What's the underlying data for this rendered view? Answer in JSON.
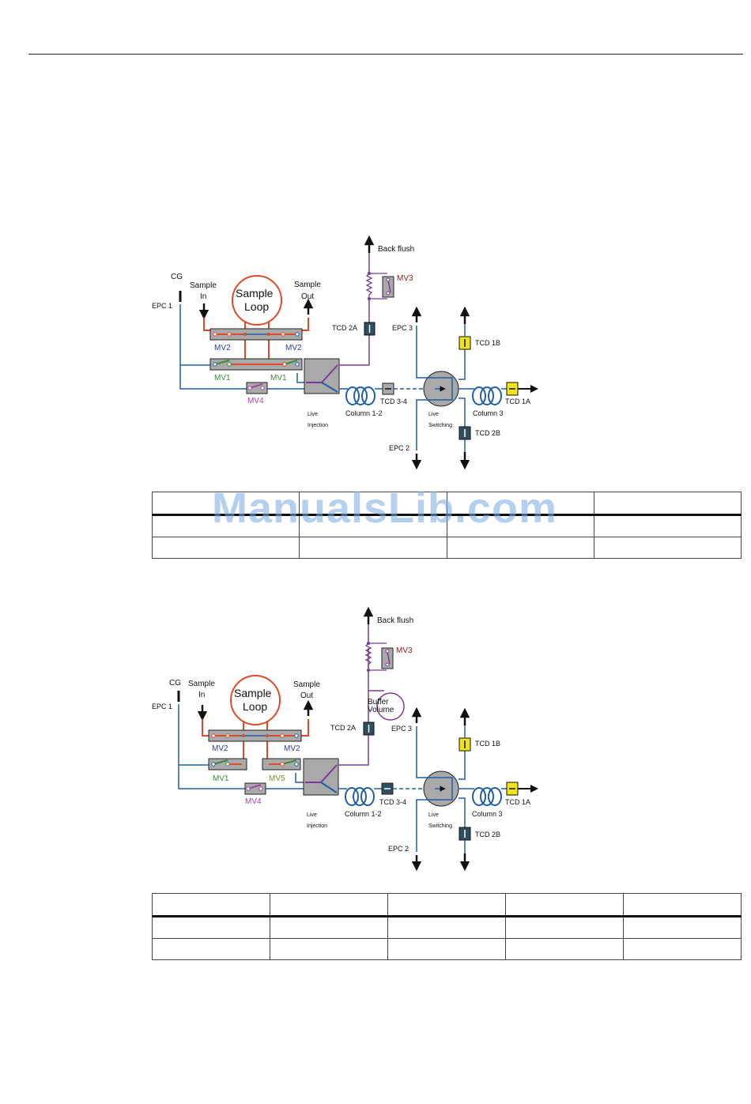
{
  "watermark": "ManualsLib.com",
  "diagram1": {
    "labels": {
      "back_flush": "Back flush",
      "mv3": "MV3",
      "cg": "CG",
      "sample_in_l1": "Sample",
      "sample_in_l2": "In",
      "sample_loop_l1": "Sample",
      "sample_loop_l2": "Loop",
      "sample_out_l1": "Sample",
      "sample_out_l2": "Out",
      "epc1": "EPC 1",
      "tcd2a": "TCD 2A",
      "epc3": "EPC 3",
      "tcd1b": "TCD 1B",
      "mv2_left": "MV2",
      "mv2_right": "MV2",
      "mv1_left": "MV1",
      "mv1_right": "MV1",
      "mv4": "MV4",
      "tcd34": "TCD 3-4",
      "tcd1a": "TCD 1A",
      "live_injection_l1": "Live",
      "live_injection_l2": "Injection",
      "column12": "Column 1-2",
      "live_switching_l1": "Live",
      "live_switching_l2": "Switching",
      "column3": "Column 3",
      "tcd2b": "TCD 2B",
      "epc2": "EPC 2"
    }
  },
  "diagram2": {
    "labels": {
      "back_flush": "Back flush",
      "mv3": "MV3",
      "cg": "CG",
      "sample_in_l1": "Sample",
      "sample_in_l2": "In",
      "sample_loop_l1": "Sample",
      "sample_loop_l2": "Loop",
      "sample_out_l1": "Sample",
      "sample_out_l2": "Out",
      "buffer_l1": "Buffer",
      "buffer_l2": "Volume",
      "epc1": "EPC 1",
      "tcd2a": "TCD 2A",
      "epc3": "EPC 3",
      "tcd1b": "TCD 1B",
      "mv2_left": "MV2",
      "mv2_right": "MV2",
      "mv1": "MV1",
      "mv5": "MV5",
      "mv4": "MV4",
      "tcd34": "TCD 3-4",
      "tcd1a": "TCD 1A",
      "live_injection_l1": "Live",
      "live_injection_l2": "Injection",
      "column12": "Column 1-2",
      "live_switching_l1": "Live",
      "live_switching_l2": "Switching",
      "column3": "Column 3",
      "tcd2b": "TCD 2B",
      "epc2": "EPC 2"
    }
  },
  "colors": {
    "carrier_blue": "#1f5fa6",
    "sample_red": "#e04a2a",
    "purple_line": "#7b3a9a",
    "mv_green": "#3a8a3a",
    "mv_blue_label": "#2c3e8f",
    "mv3_label": "#8b2020",
    "mv4_label": "#a046a0",
    "valve_grey": "#a9a9a9",
    "tcd_dark": "#2f4f5f",
    "tcd_yellow": "#f2e21a"
  }
}
